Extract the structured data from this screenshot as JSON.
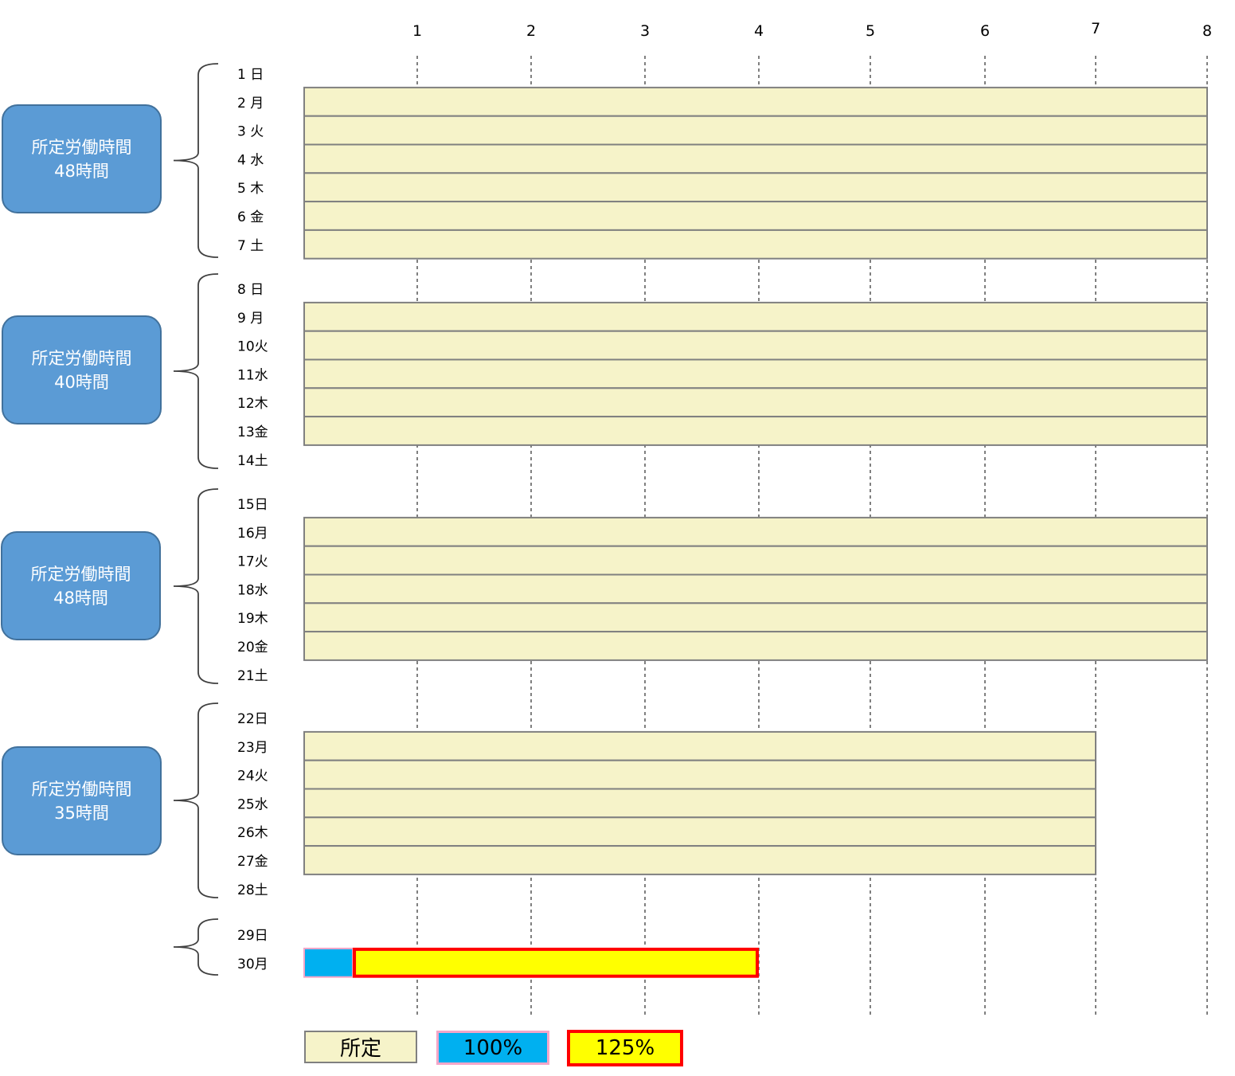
{
  "hour_ticks": [
    "1",
    "2",
    "3",
    "4",
    "5",
    "6",
    "7",
    "8"
  ],
  "weeks": [
    {
      "title": "所定労働時間",
      "hours": "48時間",
      "days": [
        {
          "label": "1 日",
          "scheduled_hours": 0
        },
        {
          "label": "2 月",
          "scheduled_hours": 8
        },
        {
          "label": "3 火",
          "scheduled_hours": 8
        },
        {
          "label": "4 水",
          "scheduled_hours": 8
        },
        {
          "label": "5 木",
          "scheduled_hours": 8
        },
        {
          "label": "6 金",
          "scheduled_hours": 8
        },
        {
          "label": "7 土",
          "scheduled_hours": 8
        }
      ]
    },
    {
      "title": "所定労働時間",
      "hours": "40時間",
      "days": [
        {
          "label": "8 日",
          "scheduled_hours": 0
        },
        {
          "label": "9 月",
          "scheduled_hours": 8
        },
        {
          "label": "10火",
          "scheduled_hours": 8
        },
        {
          "label": "11水",
          "scheduled_hours": 8
        },
        {
          "label": "12木",
          "scheduled_hours": 8
        },
        {
          "label": "13金",
          "scheduled_hours": 8
        },
        {
          "label": "14土",
          "scheduled_hours": 0
        }
      ]
    },
    {
      "title": "所定労働時間",
      "hours": "48時間",
      "days": [
        {
          "label": "15日",
          "scheduled_hours": 0
        },
        {
          "label": "16月",
          "scheduled_hours": 8
        },
        {
          "label": "17火",
          "scheduled_hours": 8
        },
        {
          "label": "18水",
          "scheduled_hours": 8
        },
        {
          "label": "19木",
          "scheduled_hours": 8
        },
        {
          "label": "20金",
          "scheduled_hours": 8
        },
        {
          "label": "21土",
          "scheduled_hours": 0
        }
      ]
    },
    {
      "title": "所定労働時間",
      "hours": "35時間",
      "days": [
        {
          "label": "22日",
          "scheduled_hours": 0
        },
        {
          "label": "23月",
          "scheduled_hours": 7
        },
        {
          "label": "24火",
          "scheduled_hours": 7
        },
        {
          "label": "25水",
          "scheduled_hours": 7
        },
        {
          "label": "26木",
          "scheduled_hours": 7
        },
        {
          "label": "27金",
          "scheduled_hours": 7
        },
        {
          "label": "28土",
          "scheduled_hours": 0
        }
      ]
    },
    {
      "title": "",
      "hours": "",
      "days": [
        {
          "label": "29日",
          "scheduled_hours": 0
        },
        {
          "label": "30月",
          "scheduled_hours": 0,
          "pay_100_hours": 0.43,
          "pay_125_hours": 3.57
        }
      ]
    }
  ],
  "legend": {
    "scheduled": "所定",
    "pay_100": "100%",
    "pay_125": "125%"
  },
  "colors": {
    "scheduled_fill": "#f6f3c9",
    "bar_border": "#808080",
    "pay_100_fill": "#00b0f0",
    "pay_100_border": "#f4a6c8",
    "pay_125_fill": "#ffff00",
    "pay_125_border": "#ff0000",
    "week_box_fill": "#5b9bd5",
    "week_box_border": "#41719c",
    "gridline": "#808080",
    "bracket": "#404040"
  }
}
